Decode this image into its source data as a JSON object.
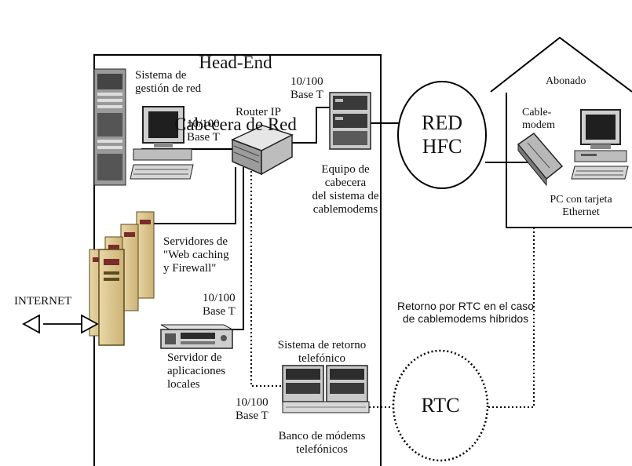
{
  "title": {
    "line1": "Head-End",
    "line2": "Cabecera de Red"
  },
  "labels": {
    "sistema_gestion": "Sistema de\ngestión de red",
    "base_t_gestion": "10/100\nBase T",
    "router": "Router IP",
    "base_t_cabecera": "10/100\nBase T",
    "equipo_cabecera": "Equipo de\ncabecera\ndel sistema de\ncablemodems",
    "red_hfc": "RED\nHFC",
    "abonado": "Abonado",
    "cable_modem": "Cable-\nmodem",
    "pc_tarjeta": "PC con tarjeta\nEthernet",
    "servidores": "Servidores de\n\"Web caching\ny Firewall\"",
    "internet": "INTERNET",
    "base_t_servidor": "10/100\nBase T",
    "servidor_aplicaciones": "Servidor de\naplicaciones\nlocales",
    "retorno_rtc": "Retorno por RTC en el caso\nde cablemodems híbridos",
    "sistema_retorno": "Sistema de retorno\ntelefónico",
    "base_t_modems": "10/100\nBase T",
    "banco_modems": "Banco de módems\ntelefónicos",
    "rtc": "RTC"
  }
}
